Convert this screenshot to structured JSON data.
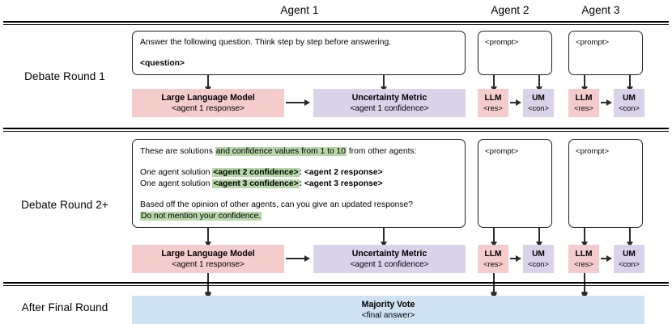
{
  "columns": [
    {
      "id": "agent-1",
      "label": "Agent 1"
    },
    {
      "id": "agent-2",
      "label": "Agent 2"
    },
    {
      "id": "agent-3",
      "label": "Agent 3"
    }
  ],
  "rows": [
    {
      "id": "round-1",
      "label": "Debate Round 1"
    },
    {
      "id": "round-2plus",
      "label": "Debate Round 2+"
    },
    {
      "id": "final",
      "label": "After Final Round"
    }
  ],
  "round1": {
    "agent1_prompt": {
      "line1": "Answer the following question. Think step by step before answering.",
      "line2": "<question>"
    },
    "agent2_prompt": "<prompt>",
    "agent3_prompt": "<prompt>",
    "agent1_llm": {
      "title": "Large Language Model",
      "subtitle": "<agent 1 response>"
    },
    "agent1_um": {
      "title": "Uncertainty Metric",
      "subtitle": "<agent 1 confidence>"
    },
    "agent2_llm": {
      "title": "LLM",
      "subtitle": "<res>"
    },
    "agent2_um": {
      "title": "UM",
      "subtitle": "<con>"
    },
    "agent3_llm": {
      "title": "LLM",
      "subtitle": "<res>"
    },
    "agent3_um": {
      "title": "UM",
      "subtitle": "<con>"
    }
  },
  "round2": {
    "agent1_prompt": {
      "l1_a": "These are solutions ",
      "l1_hl": "and confidence values from 1 to 10",
      "l1_b": " from other agents:",
      "l2_a": "One agent solution ",
      "l2_hl": "<agent 2 confidence>",
      "l2_b": ": <agent 2 response>",
      "l3_a": "One agent solution ",
      "l3_hl": "<agent 3 confidence>",
      "l3_b": ": <agent 3 response>",
      "l4": "Based off the opinion of other agents, can you give an updated response?",
      "l5_hl": "Do not mention your confidence."
    },
    "agent2_prompt": "<prompt>",
    "agent3_prompt": "<prompt>",
    "agent1_llm": {
      "title": "Large Language Model",
      "subtitle": "<agent 1 response>"
    },
    "agent1_um": {
      "title": "Uncertainty Metric",
      "subtitle": "<agent 1 confidence>"
    },
    "agent2_llm": {
      "title": "LLM",
      "subtitle": "<res>"
    },
    "agent2_um": {
      "title": "UM",
      "subtitle": "<con>"
    },
    "agent3_llm": {
      "title": "LLM",
      "subtitle": "<res>"
    },
    "agent3_um": {
      "title": "UM",
      "subtitle": "<con>"
    }
  },
  "final": {
    "vote": {
      "title": "Majority Vote",
      "subtitle": "<final answer>"
    }
  },
  "colors": {
    "llm_box": "#f4cccc",
    "um_box": "#d9d2e9",
    "vote_box": "#cfe2f3",
    "highlight": "#b6d7a8",
    "rule": "#000000",
    "arrow": "#2b2b2b"
  }
}
